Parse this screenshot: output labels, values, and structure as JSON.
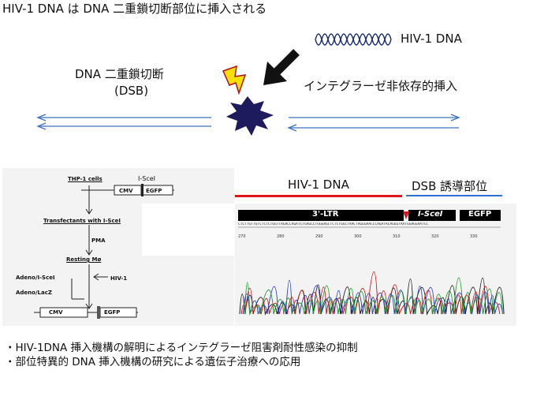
{
  "title": "HIV-1 DNA は DNA 二重鎖切断部位に挿入される",
  "top": {
    "hiv_label": "HIV-1 DNA",
    "dsb_label_line1": "DNA 二重鎖切断",
    "dsb_label_line2": "(DSB)",
    "integration_label": "インテグラーゼ非依存的挿入"
  },
  "protocol": {
    "thp1": "THP-1 cells",
    "iscei_top": "I-SceI",
    "cmv": "CMV",
    "egfp": "EGFP",
    "transfectants": "Transfectants with I-SceI",
    "pma": "PMA",
    "resting": "Resting Mø",
    "adeno1": "Adeno/I-SceI",
    "adeno2": "Adeno/LacZ",
    "hiv1": "HIV-1",
    "cmv2": "CMV",
    "egfp2": "EGFP"
  },
  "sequence": {
    "hiv_header": "HIV-1 DNA",
    "dsb_header": "DSB 誘導部位",
    "ltr": "3'-LTR",
    "iscei": "I-SceI",
    "egfp": "EGFP",
    "bases": "CTCTTGTTGTCTCTCTGGTTAGACCAGATCTGAGCCTGGGAGCTCTCTGGCTAACTAGGGAACCCAGATACAGGGTAATGGAGGAATCC",
    "positions": [
      "270",
      "280",
      "290",
      "300",
      "310",
      "320",
      "330"
    ]
  },
  "bullets": [
    "・HIV-1DNA 挿入機構の解明によるインテグラーゼ阻害剤耐性感染の抑制",
    "・部位特異的 DNA 挿入機構の研究による遺伝子治療への応用"
  ],
  "colors": {
    "red": "#e0141b",
    "blue": "#2d6fd6",
    "arrow_line": "#3d72c4",
    "burst": "#1e1a5e",
    "bolt": "#f5e100"
  }
}
